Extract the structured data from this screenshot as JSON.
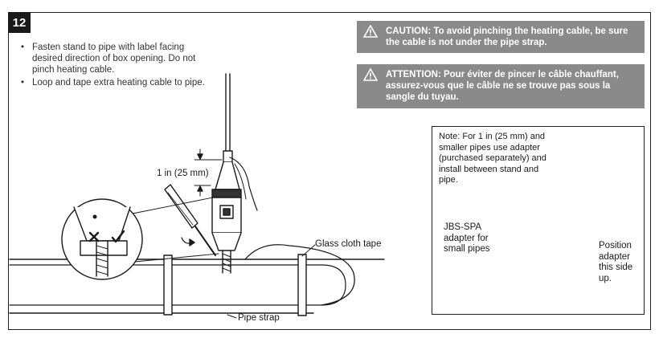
{
  "step": {
    "number": "12"
  },
  "instructions": [
    "Fasten stand to pipe with label facing desired direction of box opening. Do not pinch heating cable.",
    "Loop and tape extra heating cable to pipe."
  ],
  "caution_en": {
    "icon": "warning-triangle-icon",
    "text": "CAUTION: To avoid pinching the heating cable, be sure the cable is not under the pipe strap."
  },
  "caution_fr": {
    "icon": "warning-triangle-icon",
    "text": "ATTENTION: Pour éviter de pincer le câble chauffant, assurez-vous que le câble ne se trouve pas sous la sangle du tuyau."
  },
  "labels": {
    "dimension": "1 in (25 mm)",
    "glass_cloth_tape": "Glass cloth tape",
    "pipe_strap": "Pipe strap"
  },
  "inset": {
    "note": "Note: For 1 in (25 mm) and smaller pipes use adapter (purchased separately) and install between stand and pipe.",
    "adapter_label": "JBS-SPA adapter for small pipes",
    "position_label": "Position adapter this side up."
  },
  "colors": {
    "caution_bg": "#8a8a8a",
    "frame": "#222222"
  }
}
